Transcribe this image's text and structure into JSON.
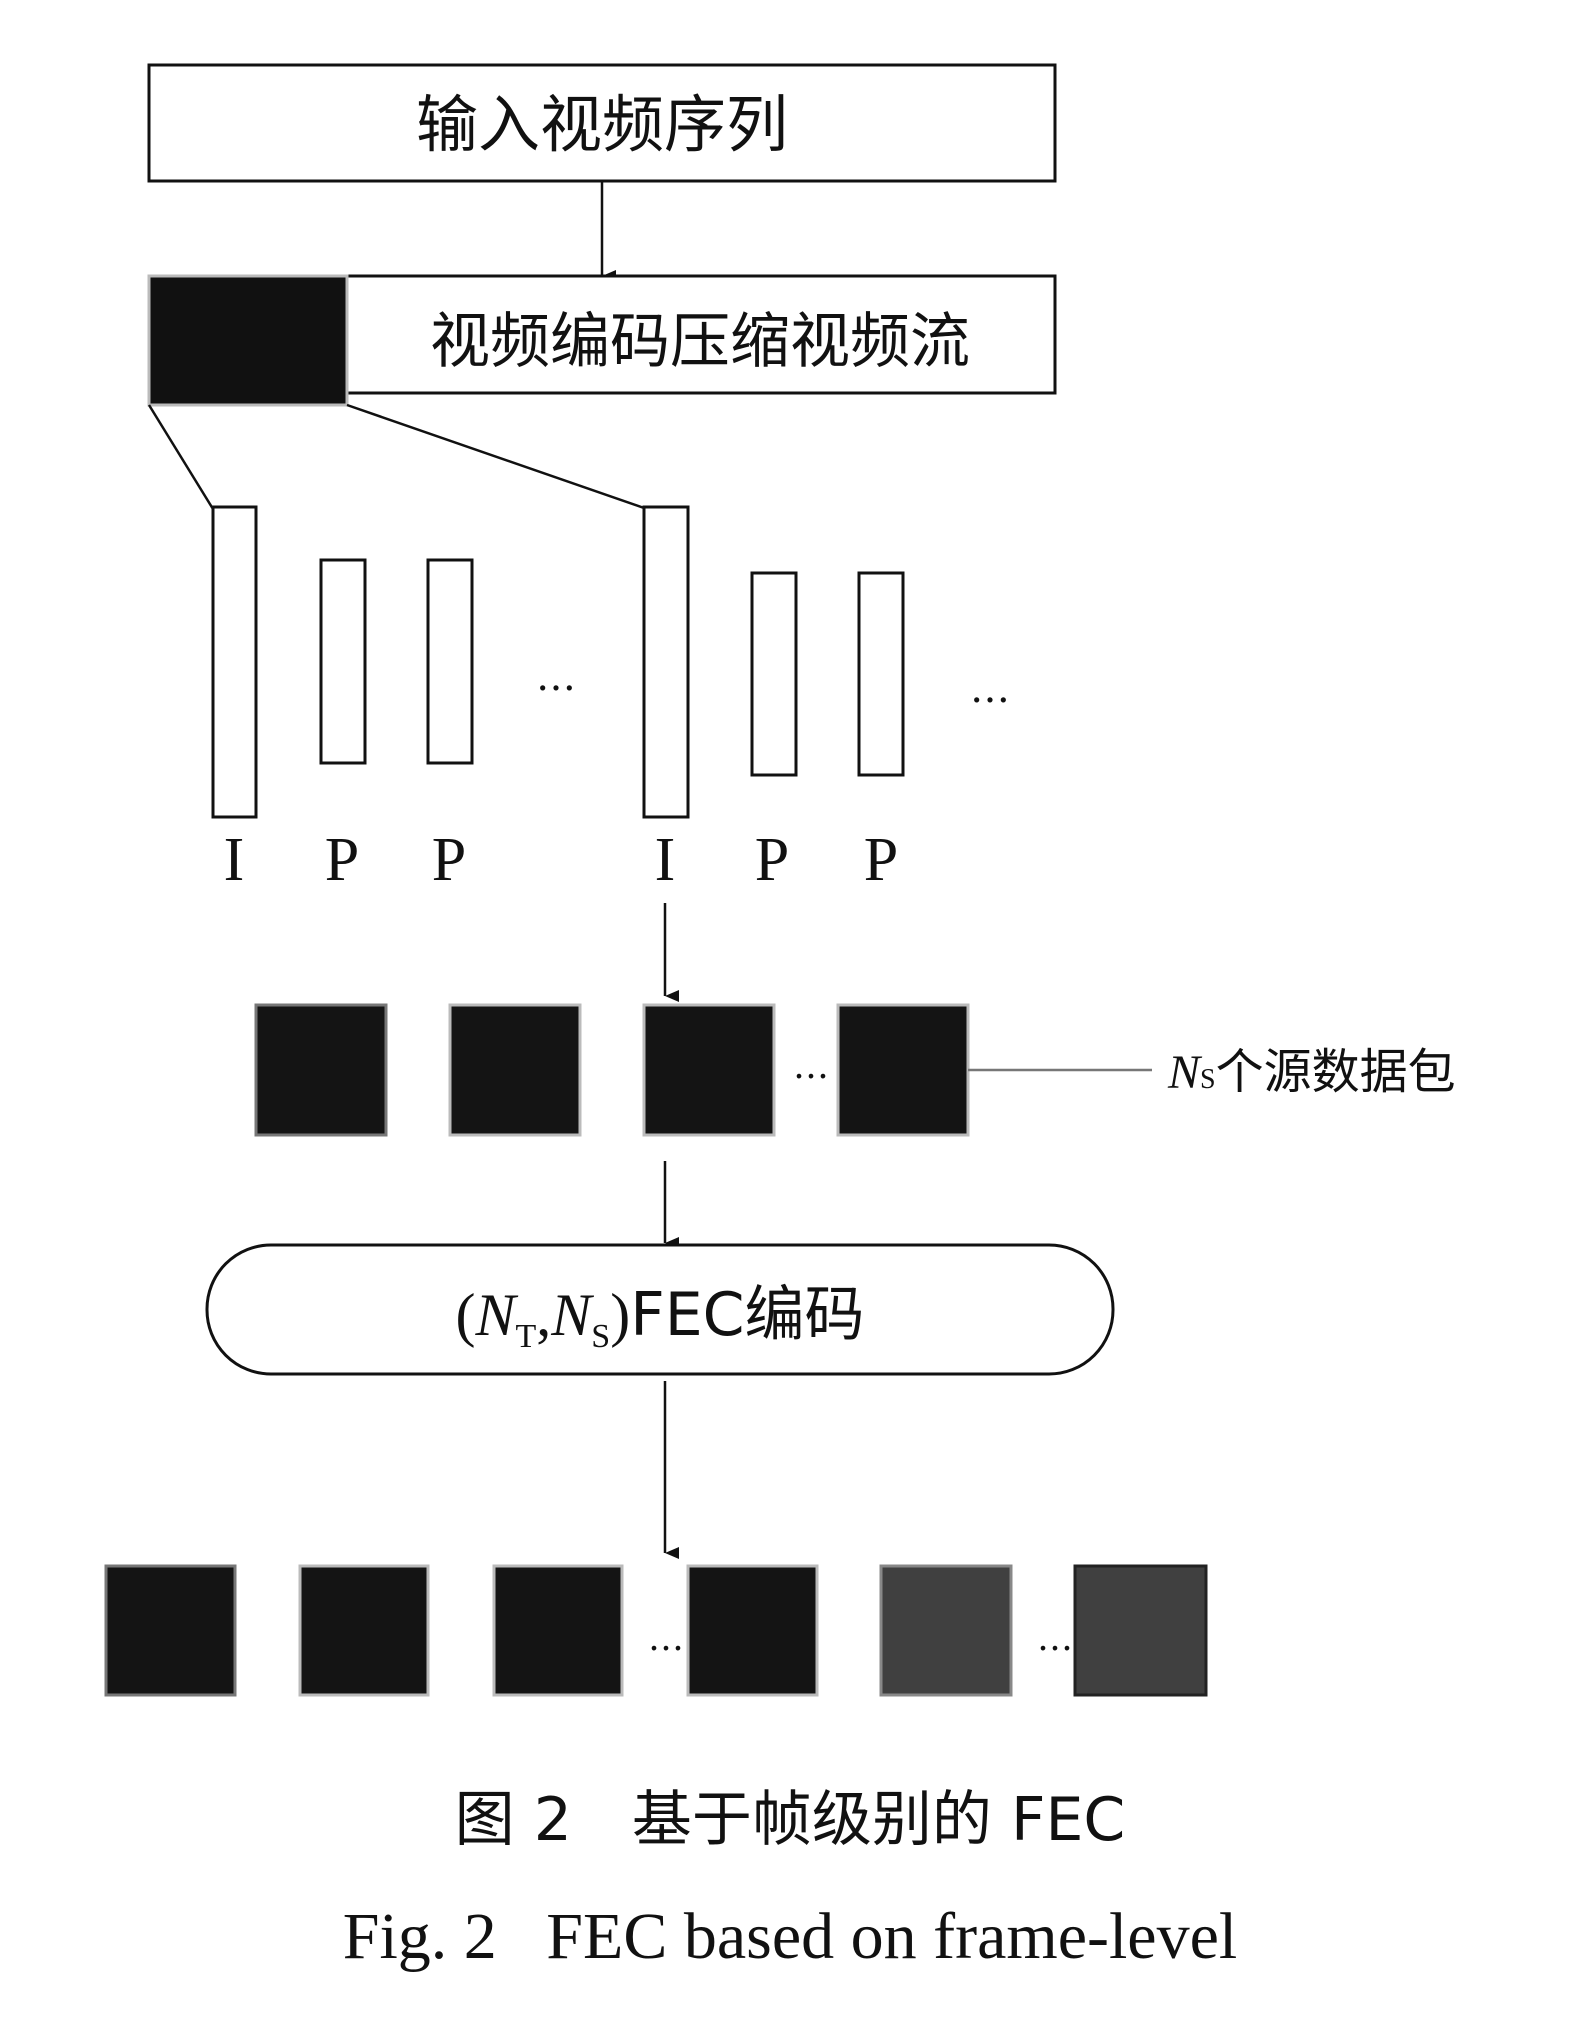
{
  "input_box": {
    "label": "输入视频序列"
  },
  "stream_box": {
    "label": "视频编码压缩视频流"
  },
  "frames": {
    "labels": [
      "I",
      "P",
      "P",
      "I",
      "P",
      "P"
    ],
    "ellipsis": "…"
  },
  "source_packets": {
    "label_var": "N",
    "label_sub": "S",
    "label_text": "个源数据包",
    "ellipsis": "…"
  },
  "fec_block": {
    "open": "(",
    "n1": "N",
    "sub1": "T",
    "comma": ",",
    "n2": "N",
    "sub2": "S",
    "close": ")",
    "text": "FEC编码"
  },
  "encoded_packets": {
    "ellipsis": "…",
    "colors": {
      "source": "#141414",
      "parity": "#404040"
    }
  },
  "caption": {
    "cn": "图 2　基于帧级别的 FEC",
    "en": "Fig. 2   FEC based on frame-level"
  }
}
